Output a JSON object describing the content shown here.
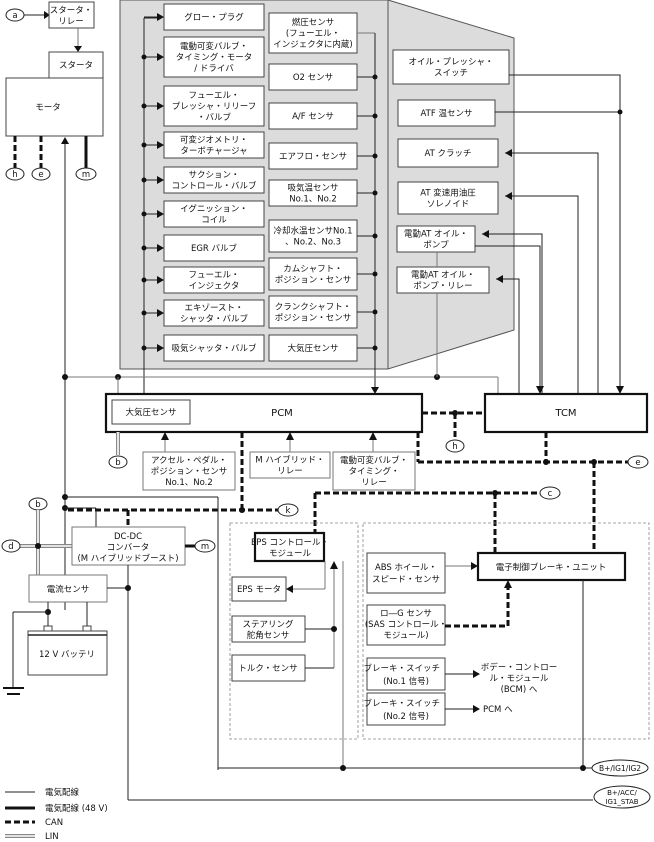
{
  "diagram": {
    "title_hidden": "",
    "starter_system": {
      "starter_relay": [
        "スタータ・",
        "リレー"
      ],
      "starter": "スタータ",
      "motor": "モータ"
    },
    "engine_outputs": [
      [
        "グロー・プラグ"
      ],
      [
        "電動可変バルブ・",
        "タイミング・モータ",
        "/ ドライバ"
      ],
      [
        "フューエル・",
        "プレッシャ・リリーフ",
        "・バルブ"
      ],
      [
        "可変ジオメトリ・",
        "ターボチャージャ"
      ],
      [
        "サクション・",
        "コントロール・バルブ"
      ],
      [
        "イグニッション・",
        "コイル"
      ],
      [
        "EGR バルブ"
      ],
      [
        "フューエル・",
        "インジェクタ"
      ],
      [
        "エキゾースト・",
        "シャッタ・バルブ"
      ],
      [
        "吸気シャッタ・バルブ"
      ]
    ],
    "engine_sensors": [
      [
        "燃圧センサ",
        "(フューエル・",
        "インジェクタに内蔵)"
      ],
      [
        "O2 センサ"
      ],
      [
        "A/F センサ"
      ],
      [
        "エアフロ・センサ"
      ],
      [
        "吸気温センサ",
        "No.1、No.2"
      ],
      [
        "冷却水温センサNo.1",
        "、No.2、No.3"
      ],
      [
        "カムシャフト・",
        "ポジション・センサ"
      ],
      [
        "クランクシャフト・",
        "ポジション・センサ"
      ],
      [
        "大気圧センサ"
      ]
    ],
    "transmission": [
      [
        "オイル・プレッシャ・",
        "スイッチ"
      ],
      [
        "ATF 温センサ"
      ],
      [
        "AT クラッチ"
      ],
      [
        "AT 変速用油圧",
        "ソレノイド"
      ],
      [
        "電動AT オイル・",
        "ポンプ"
      ],
      [
        "電動AT オイル・",
        "ポンプ・リレー"
      ]
    ],
    "pcm": {
      "label": "PCM",
      "inner_sensor": "大気圧センサ"
    },
    "tcm": {
      "label": "TCM"
    },
    "pcm_inputs": [
      [
        "アクセル・ペダル・",
        "ポジション・センサ",
        "No.1、No.2"
      ],
      [
        "M ハイブリッド・",
        "リレー"
      ],
      [
        "電動可変バルブ・",
        "タイミング・",
        "リレー"
      ]
    ],
    "power": {
      "dcdc": [
        "DC-DC",
        "コンバータ",
        "(M ハイブリッドブースト)"
      ],
      "current_sensor": "電流センサ",
      "battery": "12 V バッテリ"
    },
    "eps": {
      "module": [
        "EPS コントロール・",
        "モジュール"
      ],
      "motor": "EPS モータ",
      "steering_sensor": [
        "ステアリング",
        "舵角センサ"
      ],
      "torque_sensor": "トルク・センサ"
    },
    "brake": {
      "unit": "電子制御ブレーキ・ユニット",
      "abs_sensor": [
        "ABS ホイール・",
        "スピード・センサ"
      ],
      "low_g_sensor": [
        "ロ―G センサ",
        "(SAS コントロール・",
        "モジュール)"
      ],
      "brake_switch_1": [
        "ブレーキ・スイッチ",
        "(No.1 信号)"
      ],
      "brake_switch_1_dest": [
        "ボデー・コントロー",
        "ル・モジュール",
        "(BCM) へ"
      ],
      "brake_switch_2": [
        "ブレーキ・スイッチ",
        "(No.2 信号)"
      ],
      "brake_switch_2_dest": "PCM へ"
    },
    "connectors": {
      "a": "a",
      "b": "b",
      "c": "c",
      "d": "d",
      "e": "e",
      "h": "h",
      "k": "k",
      "m": "m",
      "power1": "B+/IG1/IG2",
      "power2": [
        "B+/ACC/",
        "IG1_STAB"
      ]
    },
    "legend": [
      {
        "style": "thin",
        "label": "電気配線"
      },
      {
        "style": "thick",
        "label": "電気配線 (48 V)"
      },
      {
        "style": "can",
        "label": "CAN"
      },
      {
        "style": "lin",
        "label": "LIN"
      }
    ]
  }
}
